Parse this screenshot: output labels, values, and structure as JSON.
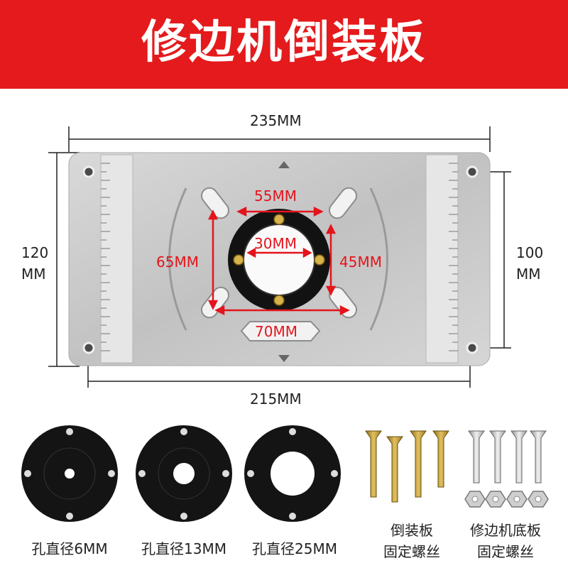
{
  "banner": {
    "title": "修边机倒装板"
  },
  "dimensions": {
    "top_width": "235MM",
    "bottom_width": "215MM",
    "left_height_value": "120",
    "left_height_unit": "MM",
    "right_height_value": "100",
    "right_height_unit": "MM"
  },
  "plate_labels": {
    "d55": "55MM",
    "d30": "30MM",
    "d65": "65MM",
    "d45": "45MM",
    "d70": "70MM"
  },
  "accessories": {
    "ring_6": "孔直径6MM",
    "ring_13": "孔直径13MM",
    "ring_25": "孔直径25MM",
    "screws_gold_line1": "倒装板",
    "screws_gold_line2": "固定螺丝",
    "screws_silver_line1": "修边机底板",
    "screws_silver_line2": "固定螺丝"
  },
  "colors": {
    "banner": "#e41a1c",
    "dim_red": "#e4141c",
    "plate": "#c9c9c9",
    "ring": "#111111"
  }
}
